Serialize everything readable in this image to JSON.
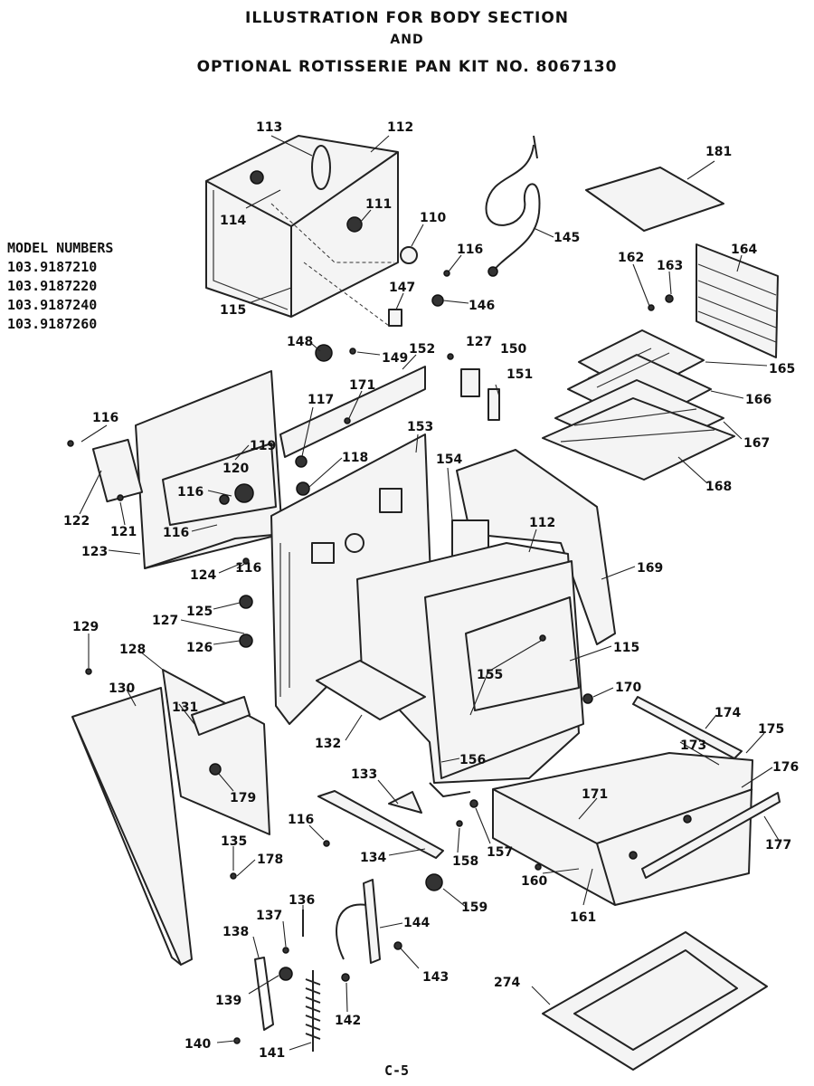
{
  "title": {
    "line1": "ILLUSTRATION FOR BODY SECTION",
    "line2": "AND",
    "line3": "OPTIONAL ROTISSERIE PAN KIT NO. 8067130"
  },
  "model_numbers": {
    "heading": "MODEL NUMBERS",
    "items": [
      "103.9187210",
      "103.9187220",
      "103.9187240",
      "103.9187260"
    ]
  },
  "page_code": "C-5",
  "labels": {
    "p113": "113",
    "p112a": "112",
    "p114": "114",
    "p111": "111",
    "p110": "110",
    "p115a": "115",
    "p116a": "116",
    "p145": "145",
    "p147": "147",
    "p146": "146",
    "p148": "148",
    "p149": "149",
    "p152": "152",
    "p127a": "127",
    "p150": "150",
    "p151": "151",
    "p181": "181",
    "p162": "162",
    "p163": "163",
    "p164": "164",
    "p165": "165",
    "p166": "166",
    "p167": "167",
    "p168": "168",
    "p116b": "116",
    "p171a": "171",
    "p117": "117",
    "p153": "153",
    "p119": "119",
    "p118": "118",
    "p120": "120",
    "p154": "154",
    "p116c": "116",
    "p122": "122",
    "p121": "121",
    "p116d": "116",
    "p112b": "112",
    "p123": "123",
    "p124": "124",
    "p116e": "116",
    "p169": "169",
    "p125": "125",
    "p127b": "127",
    "p126": "126",
    "p129": "129",
    "p128": "128",
    "p115b": "115",
    "p155": "155",
    "p130": "130",
    "p131": "131",
    "p170": "170",
    "p174": "174",
    "p175": "175",
    "p132": "132",
    "p173": "173",
    "p156": "156",
    "p176": "176",
    "p179": "179",
    "p133": "133",
    "p171b": "171",
    "p116f": "116",
    "p177": "177",
    "p135": "135",
    "p134": "134",
    "p158": "158",
    "p157": "157",
    "p178": "178",
    "p160": "160",
    "p161": "161",
    "p159": "159",
    "p136": "136",
    "p137": "137",
    "p144": "144",
    "p138": "138",
    "p143": "143",
    "p274": "274",
    "p139": "139",
    "p142": "142",
    "p140": "140",
    "p141": "141"
  }
}
